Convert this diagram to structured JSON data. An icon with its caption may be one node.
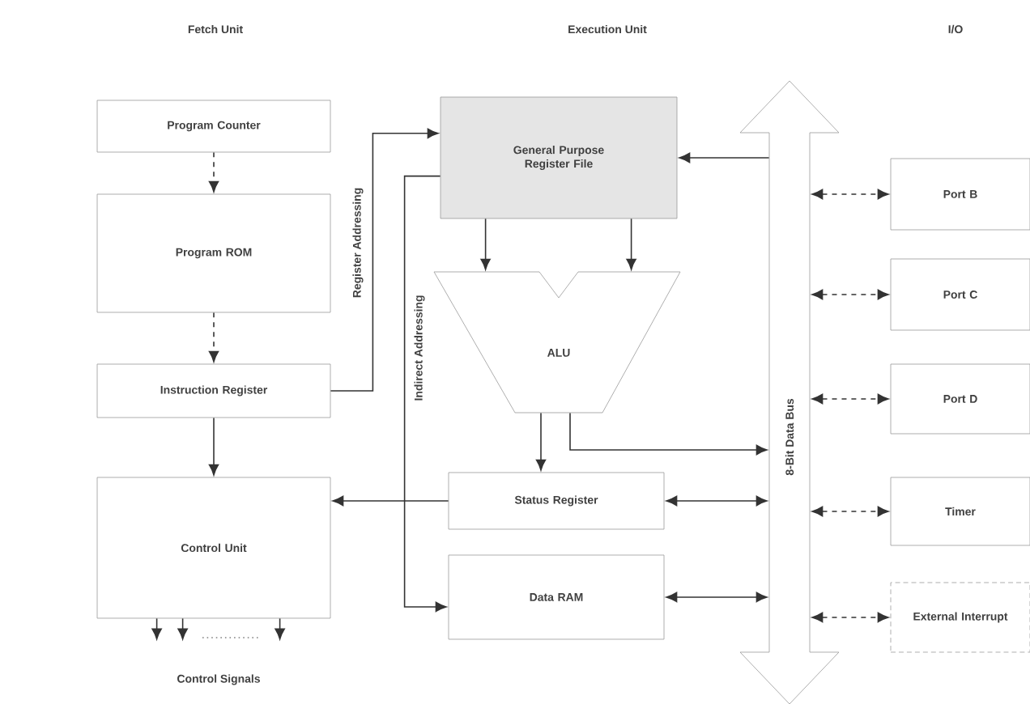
{
  "diagram": {
    "nodes": [
      {
        "text": [
          "Program Counter"
        ]
      },
      {
        "text": [
          "Program ROM"
        ]
      },
      {
        "text": [
          "Instruction Register"
        ]
      },
      {
        "text": [
          "Control Unit"
        ]
      },
      {
        "text": [
          "General Purpose Register File"
        ]
      },
      {
        "text": [
          "ALU"
        ]
      },
      {
        "text": [
          "Status Register"
        ]
      },
      {
        "text": [
          "Data RAM"
        ]
      },
      {
        "text": [
          "8-Bit Data Bus"
        ]
      },
      {
        "text": [
          "Port B"
        ]
      },
      {
        "text": [
          "Port C"
        ]
      },
      {
        "text": [
          "Port D"
        ]
      },
      {
        "text": [
          "Timer"
        ]
      },
      {
        "text": [
          "External Interrupt"
        ]
      }
    ],
    "edges": [
      {
        "from": 0,
        "to": 1,
        "arrow": "to",
        "style": "dashed"
      },
      {
        "from": 1,
        "to": 2,
        "arrow": "to",
        "style": "dashed"
      },
      {
        "from": 2,
        "to": 3,
        "arrow": "to"
      },
      {
        "from": 2,
        "to": 4,
        "arrow": "to",
        "label": "Register Addressing"
      },
      {
        "from": 4,
        "to": 7,
        "arrow": "to",
        "label": "Indirect Addressing"
      },
      {
        "from": 4,
        "to": 5,
        "arrow": "to"
      },
      {
        "from": 4,
        "to": 5,
        "arrow": "to"
      },
      {
        "from": 5,
        "to": 6,
        "arrow": "to"
      },
      {
        "from": 5,
        "to": 8,
        "arrow": "to"
      },
      {
        "from": 6,
        "to": 3,
        "arrow": "to"
      },
      {
        "from": 6,
        "to": 8,
        "arrow": "both"
      },
      {
        "from": 7,
        "to": 8,
        "arrow": "both"
      },
      {
        "from": 8,
        "to": 4,
        "arrow": "to"
      },
      {
        "from": 8,
        "to": 9,
        "arrow": "both",
        "style": "dashed"
      },
      {
        "from": 8,
        "to": 10,
        "arrow": "both",
        "style": "dashed"
      },
      {
        "from": 8,
        "to": 11,
        "arrow": "both",
        "style": "dashed"
      },
      {
        "from": 8,
        "to": 12,
        "arrow": "both",
        "style": "dashed"
      },
      {
        "from": 8,
        "to": 13,
        "arrow": "both",
        "style": "dashed"
      },
      {
        "from": 3,
        "to": null,
        "arrow": "to"
      },
      {
        "from": 3,
        "to": null,
        "arrow": "to"
      },
      {
        "from": 3,
        "to": null,
        "arrow": "to"
      }
    ],
    "labels": [
      "Fetch Unit",
      "Execution Unit",
      "I/O",
      "Control Signals"
    ]
  }
}
